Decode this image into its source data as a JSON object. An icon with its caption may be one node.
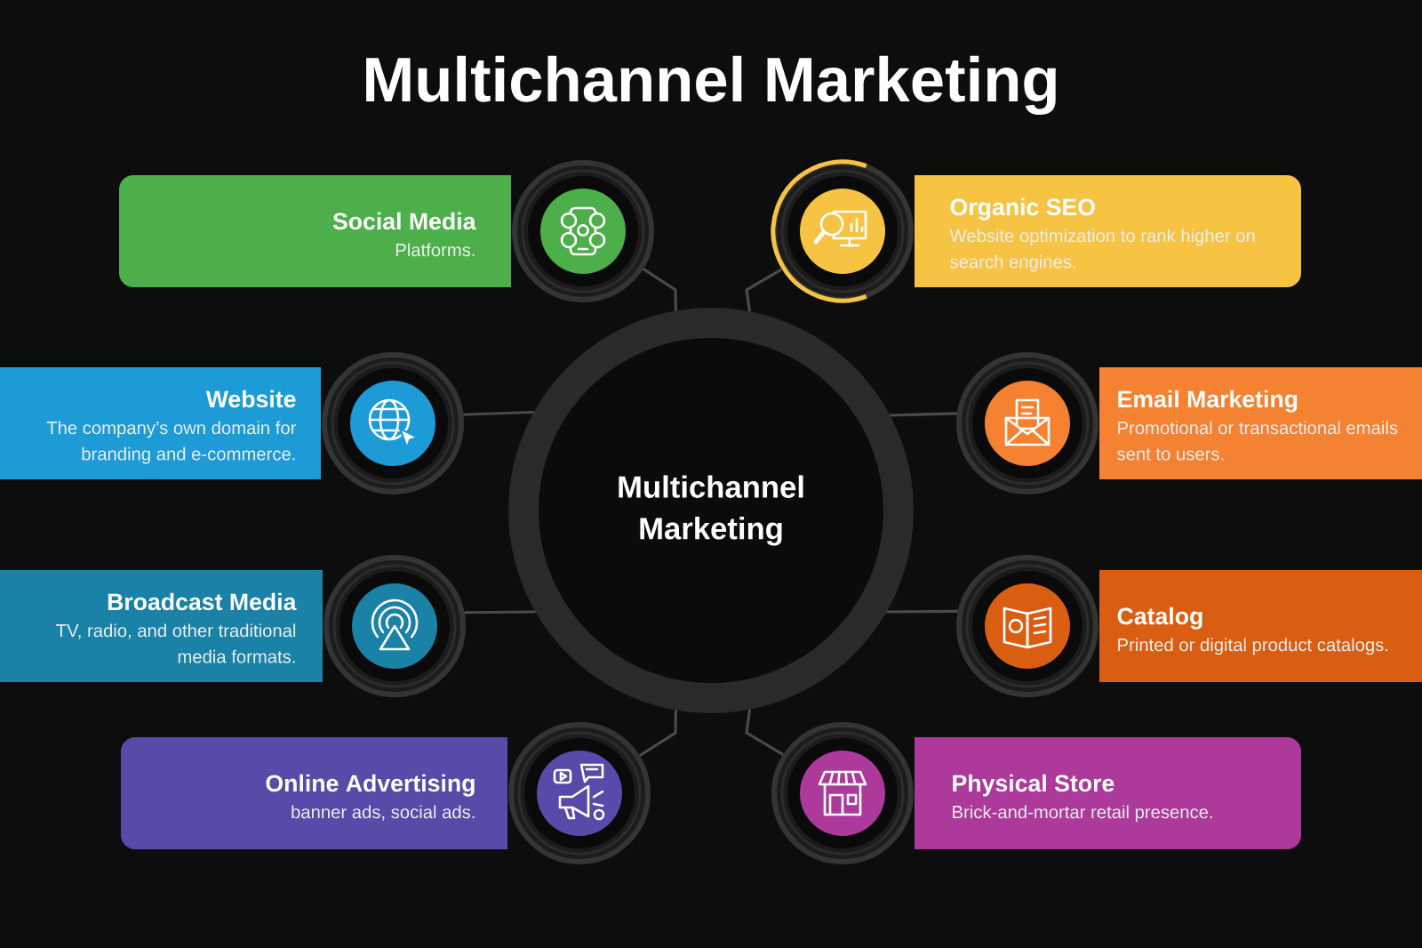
{
  "diagram": {
    "title": "Multichannel Marketing",
    "nodes": [
      {
        "text": [
          "Multichannel Marketing"
        ]
      },
      {
        "text": [
          "Social Media",
          "Platforms."
        ]
      },
      {
        "text": [],
        "shape": "circle"
      },
      {
        "text": [
          "Organic SEO",
          "Website optimization to rank higher on search engines."
        ]
      },
      {
        "text": [],
        "shape": "circle"
      },
      {
        "text": [
          "Website",
          "The company’s own domain for branding and e-commerce."
        ]
      },
      {
        "text": [],
        "shape": "circle"
      },
      {
        "text": [
          "Email Marketing",
          "Promotional or transactional emails sent to users."
        ]
      },
      {
        "text": [],
        "shape": "circle"
      },
      {
        "text": [
          "Broadcast Media",
          "TV, radio, and other traditional media formats."
        ]
      },
      {
        "text": [],
        "shape": "circle"
      },
      {
        "text": [
          "Catalog",
          "Printed or digital product catalogs."
        ]
      },
      {
        "text": [],
        "shape": "circle"
      },
      {
        "text": [
          "Online Advertising",
          "banner ads, social ads."
        ]
      },
      {
        "text": [],
        "shape": "circle"
      },
      {
        "text": [
          "Physical Store",
          "Brick-and-mortar retail presence."
        ]
      },
      {
        "text": [],
        "shape": "circle"
      }
    ],
    "edges": [
      {
        "from": 0,
        "to": 2,
        "arrow": "none"
      },
      {
        "from": 0,
        "to": 4,
        "arrow": "none"
      },
      {
        "from": 0,
        "to": 6,
        "arrow": "none"
      },
      {
        "from": 0,
        "to": 8,
        "arrow": "none"
      },
      {
        "from": 0,
        "to": 10,
        "arrow": "none"
      },
      {
        "from": 0,
        "to": 12,
        "arrow": "none"
      },
      {
        "from": 0,
        "to": 14,
        "arrow": "none"
      },
      {
        "from": 0,
        "to": 16,
        "arrow": "none"
      }
    ]
  }
}
